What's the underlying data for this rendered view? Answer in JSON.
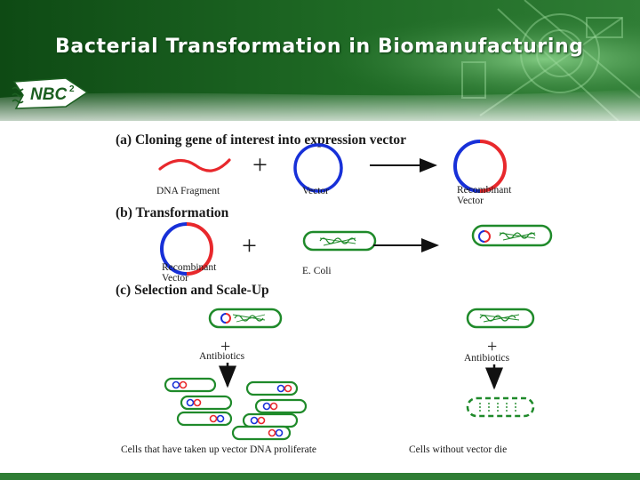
{
  "slide": {
    "title": "Bacterial Transformation in Biomanufacturing",
    "logo_text": "NBC",
    "logo_superscript": "2"
  },
  "colors": {
    "banner_dark": "#0e4a14",
    "banner_mid": "#2f7d35",
    "banner_light": "#6fc070",
    "vector_blue": "#1730d8",
    "insert_red": "#e8282c",
    "bacteria_green": "#1f8a2a",
    "bottom_bar": "#2f7d35"
  },
  "diagram": {
    "a": {
      "heading": "(a) Cloning gene of interest into expression vector",
      "dna_label": "DNA Fragment",
      "vector_label": "Vector",
      "recombinant_line1": "Recombinant",
      "recombinant_line2": "Vector"
    },
    "b": {
      "heading": "(b) Transformation",
      "recombinant_line1": "Recombinant",
      "recombinant_line2": "Vector",
      "ecoli_label": "E. Coli"
    },
    "c": {
      "heading": "(c) Selection and Scale-Up",
      "antibiotics_left": "Antibiotics",
      "antibiotics_right": "Antibiotics",
      "caption_left": "Cells that have taken up vector DNA proliferate",
      "caption_right": "Cells without vector die"
    }
  }
}
